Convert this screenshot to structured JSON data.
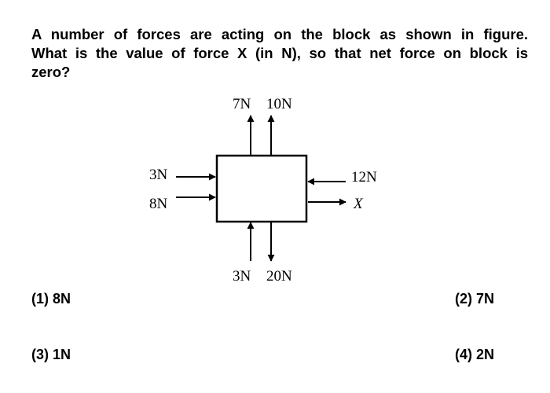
{
  "question": {
    "line1": "A number of forces are acting on the block as shown in figure.",
    "line2": "What is the value of force X (in N), so that net force on block is",
    "line3": "zero?"
  },
  "diagram": {
    "top_left_force": "7N",
    "top_right_force": "10N",
    "bottom_left_force": "3N",
    "bottom_right_force": "20N",
    "left_top_force": "3N",
    "left_bottom_force": "8N",
    "right_top_force": "12N",
    "right_bottom_force": "X"
  },
  "options": [
    {
      "label": "(1) 8N"
    },
    {
      "label": "(2) 7N"
    },
    {
      "label": "(3) 1N"
    },
    {
      "label": "(4) 2N"
    }
  ]
}
